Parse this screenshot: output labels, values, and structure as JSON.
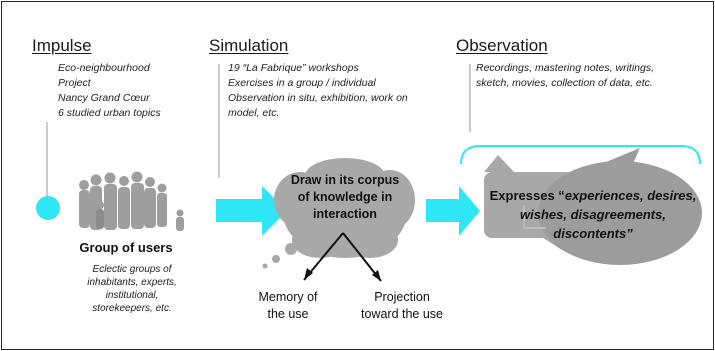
{
  "columns": [
    {
      "heading": "Impulse",
      "notes": [
        "Eco-neighbourhood",
        "Project",
        "Nancy Grand Cœur",
        "6 studied urban topics"
      ]
    },
    {
      "heading": "Simulation",
      "notes": [
        "19 “La Fabrique” workshops",
        "Exercises in a group / individual",
        "Observation in situ, exhibition, work on",
        "model, etc."
      ]
    },
    {
      "heading": "Observation",
      "notes": [
        "Recordings, mastering notes, writings,",
        "sketch, movies, collection of data, etc."
      ]
    }
  ],
  "users": {
    "title": "Group of users",
    "description": [
      "Eclectic groups of",
      "inhabitants, experts,",
      "institutional,",
      "storekeepers, etc."
    ]
  },
  "cloud": {
    "text": [
      "Draw in its corpus",
      "of knowledge in",
      "interaction"
    ]
  },
  "branches": {
    "left": [
      "Memory of",
      "the use"
    ],
    "right": [
      "Projection",
      "toward the use"
    ]
  },
  "expresses": {
    "lead": "Expresses “",
    "line1_italic": "experiences, desires,",
    "line2": "wishes, disagreements,",
    "line3": "discontents”"
  },
  "colors": {
    "accent_cyan": "#2ee6f6",
    "bubble_grey": "#a8a8a8",
    "bubble_dark": "#9a9a9a",
    "silhouette_grey": "#9e9e9e",
    "frame": "#2a2a2a"
  }
}
